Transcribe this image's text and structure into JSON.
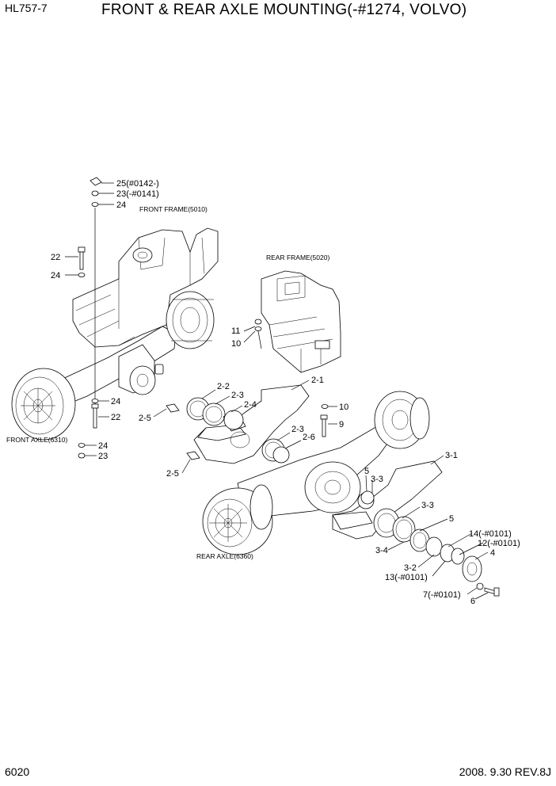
{
  "header": {
    "model": "HL757-7",
    "title": "FRONT & REAR AXLE MOUNTING(-#1274, VOLVO)"
  },
  "footer": {
    "page": "6020",
    "date_rev": "2008. 9.30  REV.8J"
  },
  "captions": {
    "front_frame": "FRONT FRAME(5010)",
    "rear_frame": "REAR FRAME(5020)",
    "front_axle": "FRONT AXLE(6310)",
    "rear_axle": "REAR AXLE(6360)"
  },
  "callouts": {
    "c25": "25(#0142-)",
    "c23a": "23(-#0141)",
    "c24a": "24",
    "c22a": "22",
    "c24b": "24",
    "c11": "11",
    "c10a": "10",
    "c21": "2-1",
    "c22b": "2-2",
    "c23b": "2-3",
    "c24c": "2-4",
    "c24d": "24",
    "c22c": "22",
    "c25b": "2-5",
    "c10b": "10",
    "c9": "9",
    "c23c": "2-3",
    "c26": "2-6",
    "c24e": "24",
    "c23d": "23",
    "c25c": "2-5",
    "c31": "3-1",
    "c5a": "5",
    "c33a": "3-3",
    "c33b": "3-3",
    "c5b": "5",
    "c14": "14(-#0101)",
    "c12": "12(-#0101)",
    "c34": "3-4",
    "c4": "4",
    "c32": "3-2",
    "c13": "13(-#0101)",
    "c7": "7(-#0101)",
    "c6": "6"
  }
}
